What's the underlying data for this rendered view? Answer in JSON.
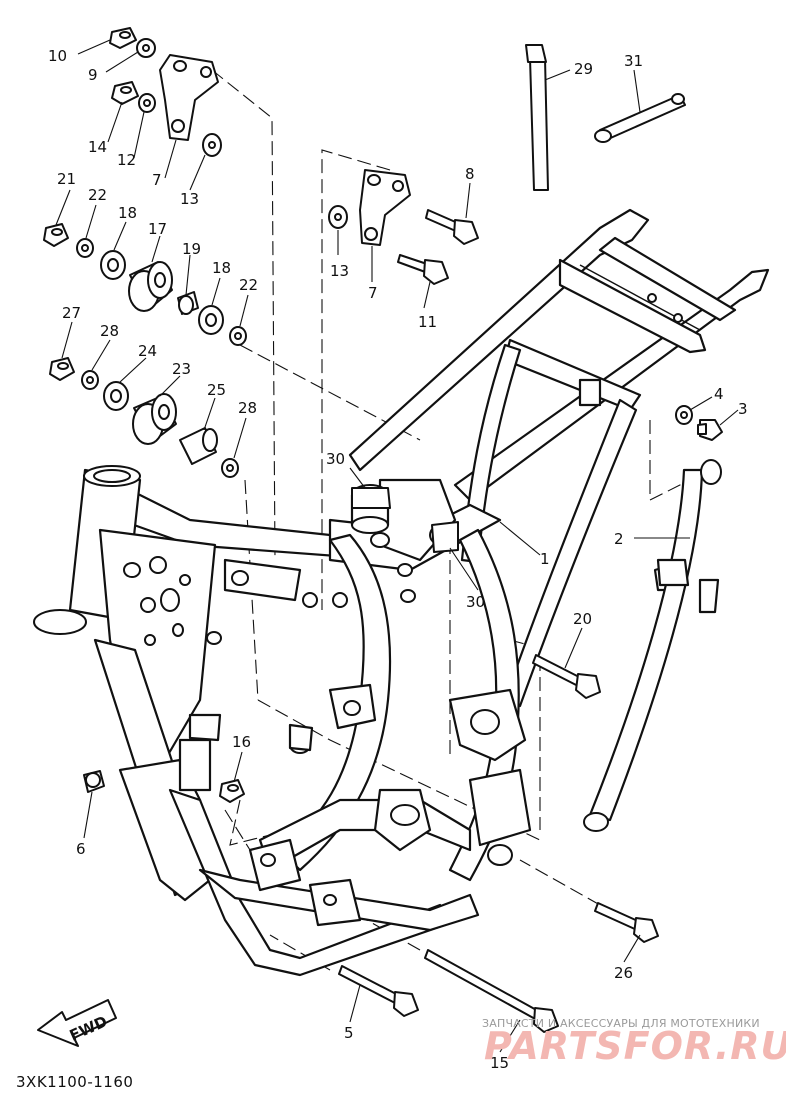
{
  "diagram": {
    "code": "3XK1100-1160",
    "fwd_label": "FWD",
    "callouts": [
      {
        "id": "c10",
        "text": "10"
      },
      {
        "id": "c9",
        "text": "9"
      },
      {
        "id": "c14",
        "text": "14"
      },
      {
        "id": "c12",
        "text": "12"
      },
      {
        "id": "c7a",
        "text": "7"
      },
      {
        "id": "c13a",
        "text": "13"
      },
      {
        "id": "c21",
        "text": "21"
      },
      {
        "id": "c22a",
        "text": "22"
      },
      {
        "id": "c18a",
        "text": "18"
      },
      {
        "id": "c17",
        "text": "17"
      },
      {
        "id": "c19",
        "text": "19"
      },
      {
        "id": "c18b",
        "text": "18"
      },
      {
        "id": "c22b",
        "text": "22"
      },
      {
        "id": "c27",
        "text": "27"
      },
      {
        "id": "c28a",
        "text": "28"
      },
      {
        "id": "c24",
        "text": "24"
      },
      {
        "id": "c23",
        "text": "23"
      },
      {
        "id": "c25",
        "text": "25"
      },
      {
        "id": "c28b",
        "text": "28"
      },
      {
        "id": "c30a",
        "text": "30"
      },
      {
        "id": "c30b",
        "text": "30"
      },
      {
        "id": "c8",
        "text": "8"
      },
      {
        "id": "c13b",
        "text": "13"
      },
      {
        "id": "c7b",
        "text": "7"
      },
      {
        "id": "c11",
        "text": "11"
      },
      {
        "id": "c29",
        "text": "29"
      },
      {
        "id": "c31",
        "text": "31"
      },
      {
        "id": "c4",
        "text": "4"
      },
      {
        "id": "c3",
        "text": "3"
      },
      {
        "id": "c1",
        "text": "1"
      },
      {
        "id": "c2",
        "text": "2"
      },
      {
        "id": "c20",
        "text": "20"
      },
      {
        "id": "c16",
        "text": "16"
      },
      {
        "id": "c6",
        "text": "6"
      },
      {
        "id": "c26",
        "text": "26"
      },
      {
        "id": "c5",
        "text": "5"
      },
      {
        "id": "c15",
        "text": "15"
      }
    ]
  },
  "watermark": {
    "caption": "ЗАПЧАСТИ И АКСЕССУАРЫ ДЛЯ МОТОТЕХНИКИ",
    "logo": "PARTSFOR.RU"
  }
}
